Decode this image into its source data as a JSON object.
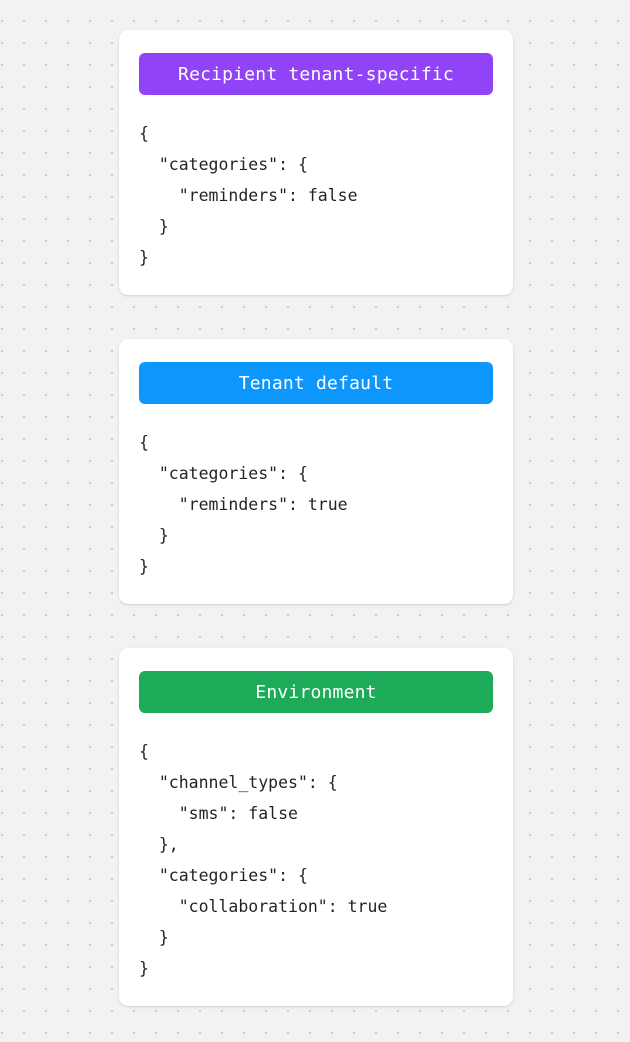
{
  "background": {
    "color": "#f2f2f3",
    "dot_color": "#c9c9cc",
    "pattern": "dot-grid"
  },
  "cards": [
    {
      "name": "recipient-tenant-specific",
      "title": "Recipient tenant-specific",
      "badge_color": "#9043f7",
      "json_text": "{\n  \"categories\": {\n    \"reminders\": false\n  }\n}"
    },
    {
      "name": "tenant-default",
      "title": "Tenant default",
      "badge_color": "#0d96fb",
      "json_text": "{\n  \"categories\": {\n    \"reminders\": true\n  }\n}"
    },
    {
      "name": "environment",
      "title": "Environment",
      "badge_color": "#1eab59",
      "json_text": "{\n  \"channel_types\": {\n    \"sms\": false\n  },\n  \"categories\": {\n    \"collaboration\": true\n  }\n}"
    }
  ]
}
